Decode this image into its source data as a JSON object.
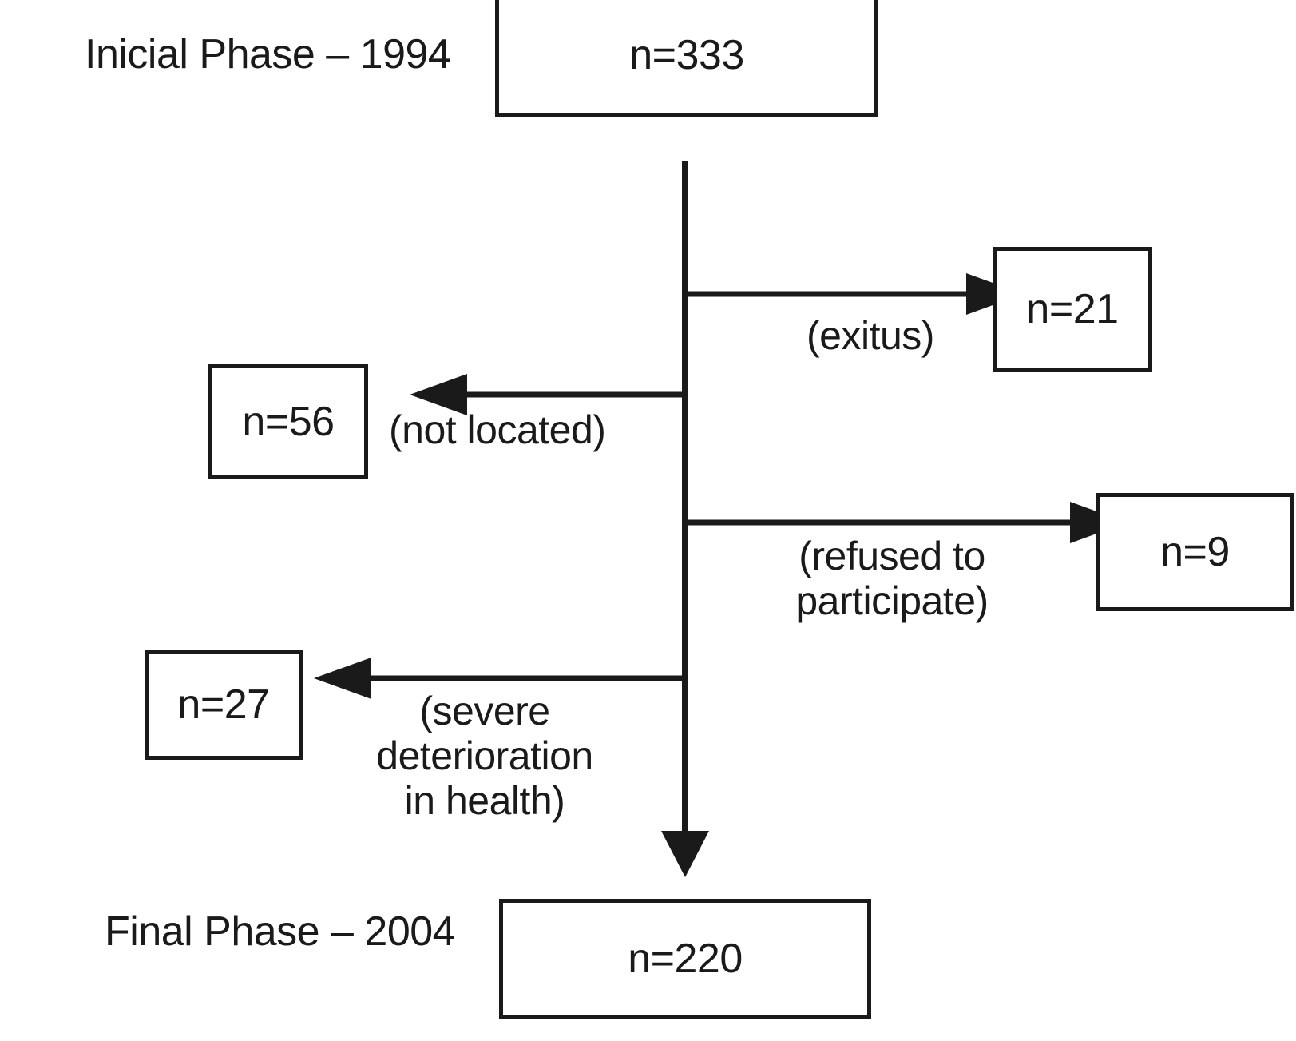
{
  "diagram": {
    "type": "flowchart",
    "title": "Study participant flow diagram",
    "orientation": "vertical",
    "stroke_color": "#1a1a1a",
    "background_color": "#ffffff"
  },
  "phases": {
    "initial": {
      "label": "Inicial Phase – 1994",
      "count_label": "n=333",
      "count": 333,
      "year": 1994
    },
    "final": {
      "label": "Final Phase – 2004",
      "count_label": "n=220",
      "count": 220,
      "year": 2004
    }
  },
  "attrition": [
    {
      "id": "exitus",
      "reason": "(exitus)",
      "count_label": "n=21",
      "count": 21,
      "direction": "right"
    },
    {
      "id": "not-located",
      "reason": "(not located)",
      "count_label": "n=56",
      "count": 56,
      "direction": "left"
    },
    {
      "id": "refused",
      "reason_lines": [
        "(refused to",
        "participate)"
      ],
      "reason": "(refused to participate)",
      "count_label": "n=9",
      "count": 9,
      "direction": "right"
    },
    {
      "id": "deterioration",
      "reason_lines": [
        "(severe",
        "deterioration",
        "in health)"
      ],
      "reason": "(severe deterioration in health)",
      "count_label": "n=27",
      "count": 27,
      "direction": "left"
    }
  ],
  "icons": {
    "arrow_right": "arrow-right-icon",
    "arrow_left": "arrow-left-icon",
    "arrow_down": "arrow-down-icon"
  }
}
